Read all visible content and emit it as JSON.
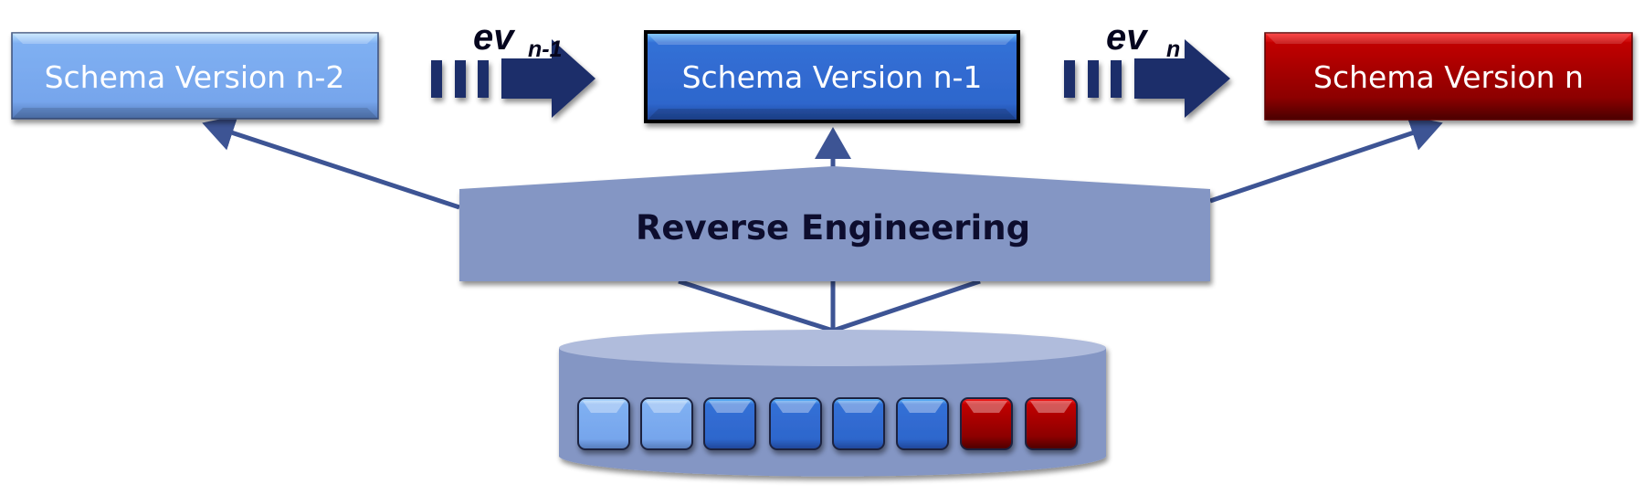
{
  "diagram": {
    "schema_versions": [
      {
        "label": "Schema Version n-2",
        "color": "#7aa7ee",
        "highlighted": false
      },
      {
        "label": "Schema Version n-1",
        "color": "#2f67cf",
        "highlighted": true
      },
      {
        "label": "Schema Version n",
        "color": "#a80000",
        "highlighted": false
      }
    ],
    "evolution_arrows": [
      {
        "base": "ev",
        "subscript": "n-1"
      },
      {
        "base": "ev",
        "subscript": "n"
      }
    ],
    "process": {
      "label": "Reverse Engineering",
      "color": "#8496c4"
    },
    "database": {
      "icon": "database-cylinder-icon",
      "records": [
        "light-blue",
        "light-blue",
        "blue",
        "blue",
        "blue",
        "blue",
        "red",
        "red"
      ]
    },
    "colors": {
      "connector": "#3d5494",
      "arrow": "#1f2e6b",
      "light_blue": "#7aa7ee",
      "blue": "#2f67cf",
      "red": "#a80000"
    }
  }
}
